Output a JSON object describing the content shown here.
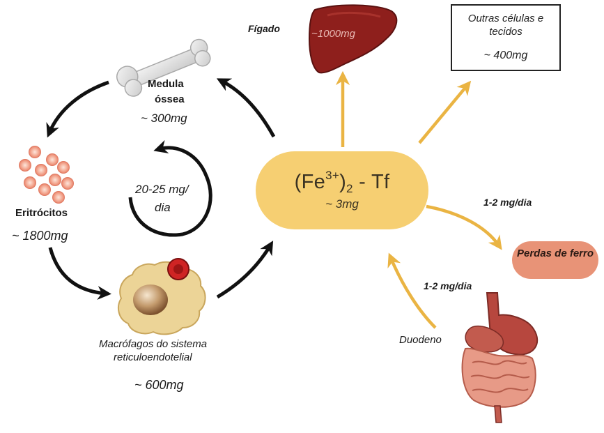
{
  "center": {
    "formula_base": "(Fe",
    "formula_sup": "3+",
    "formula_close": ")",
    "formula_sub": "2",
    "formula_tail": " - Tf",
    "amount": "~ 3mg"
  },
  "liver": {
    "label": "Fígado",
    "amount": "~1000mg"
  },
  "other_cells": {
    "title": "Outras células e tecidos",
    "amount": "~ 400mg"
  },
  "bone_marrow": {
    "label_line1": "Medula",
    "label_line2": "óssea",
    "amount": "~ 300mg"
  },
  "cycle": {
    "rate_line1": "20-25 mg/",
    "rate_line2": "dia"
  },
  "erythrocytes": {
    "label": "Eritrócitos",
    "amount": "~ 1800mg"
  },
  "macrophages": {
    "label_line1": "Macrófagos do sistema",
    "label_line2": "reticuloendotelial",
    "amount": "~ 600mg"
  },
  "losses": {
    "label": "Perdas de ferro",
    "rate": "1-2 mg/dia"
  },
  "duodenum": {
    "label": "Duodeno",
    "rate": "1-2 mg/dia"
  },
  "colors": {
    "center_fill": "#f6cf72",
    "arrow_gold": "#eab443",
    "arrow_black": "#111111",
    "liver": "#8e1f1c",
    "loss_fill": "#e89377",
    "rbc": "#f0a48c"
  }
}
